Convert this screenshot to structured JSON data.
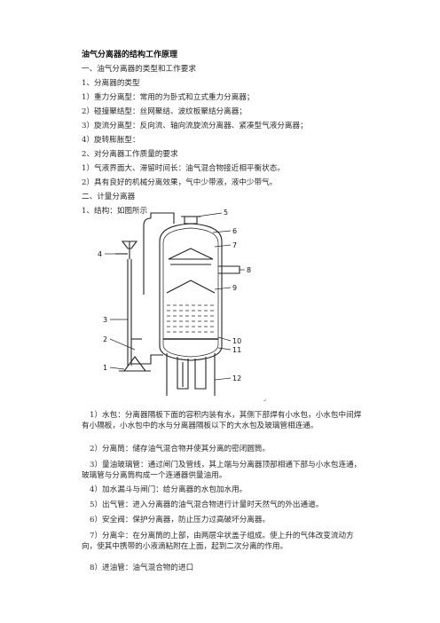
{
  "doc": {
    "title": "油气分离器的结构工作原理",
    "lines_top": [
      "一、油气分离器的类型和工作要求",
      "1、分离器的类型",
      "1）重力分离型：常用的为卧式和立式重力分离器；",
      "2）碰撞聚结型：丝网聚结、波纹板聚结分离器；",
      "3）旋流分离型：反向流、轴向流旋流分离器、紧凑型气液分离器；",
      "4）旋转膨胀型：",
      "2、对分离器工作质量的要求",
      "1）气液界面大、滞留时间长：油气混合物接近相平衡状态。",
      "2）具有良好的机械分离效果，气中少带液，液中少带气。",
      "二、计量分离器",
      "1、结构：如图所示"
    ],
    "figure_labels": [
      "4",
      "3",
      "2",
      "1",
      "5",
      "6",
      "7",
      "8",
      "9",
      "10",
      "11",
      "12"
    ],
    "return_mark": "↵",
    "paras": [
      "1）水包：分离器隔板下面的容积内装有水，其侧下部焊有小水包，小水包中间焊有小隔板，小水包中的水与分离器隔板以下的大水包及玻璃管相连通。",
      "2）分离筒：储存油气混合物并使其分离的密闭圆筒。",
      "3）量油玻璃管：通过闸门及管线，其上端与分离器顶部相通下部与小水包连通，玻璃管与分离筒构成一个连通器供量油用。",
      "4）加水漏斗与闸门：给分离器的水包加水用。",
      "5）出气管：进入分离器的油气混合物进行计量时天然气的外出通道。",
      "6）安全阀：保护分离器，防止压力过高破坏分离器。",
      "7）分离伞：在分离筒的上部，由两层伞状盖子组成。使上升的气体改变流动方向，使其中携带的小液滴粘附在上面，起到二次分离的作用。",
      "8）进油管：油气混合物的进口"
    ]
  }
}
